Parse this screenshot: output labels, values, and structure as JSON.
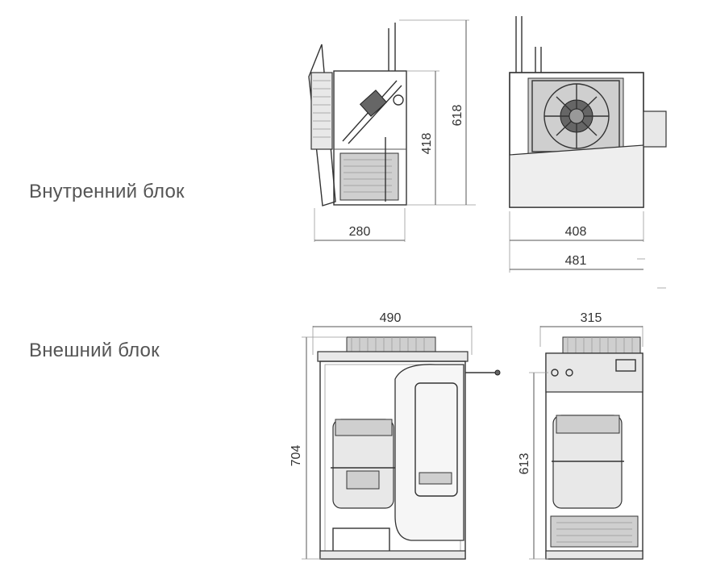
{
  "labels": {
    "inner_unit": "Внутренний блок",
    "outer_unit": "Внешний блок"
  },
  "dimensions": {
    "inner_side_width": "280",
    "inner_side_height_body": "418",
    "inner_side_height_total": "618",
    "inner_front_width": "408",
    "inner_front_width_total": "481",
    "outer_front_width": "490",
    "outer_front_height": "704",
    "outer_side_width": "315",
    "outer_side_height": "613"
  }
}
